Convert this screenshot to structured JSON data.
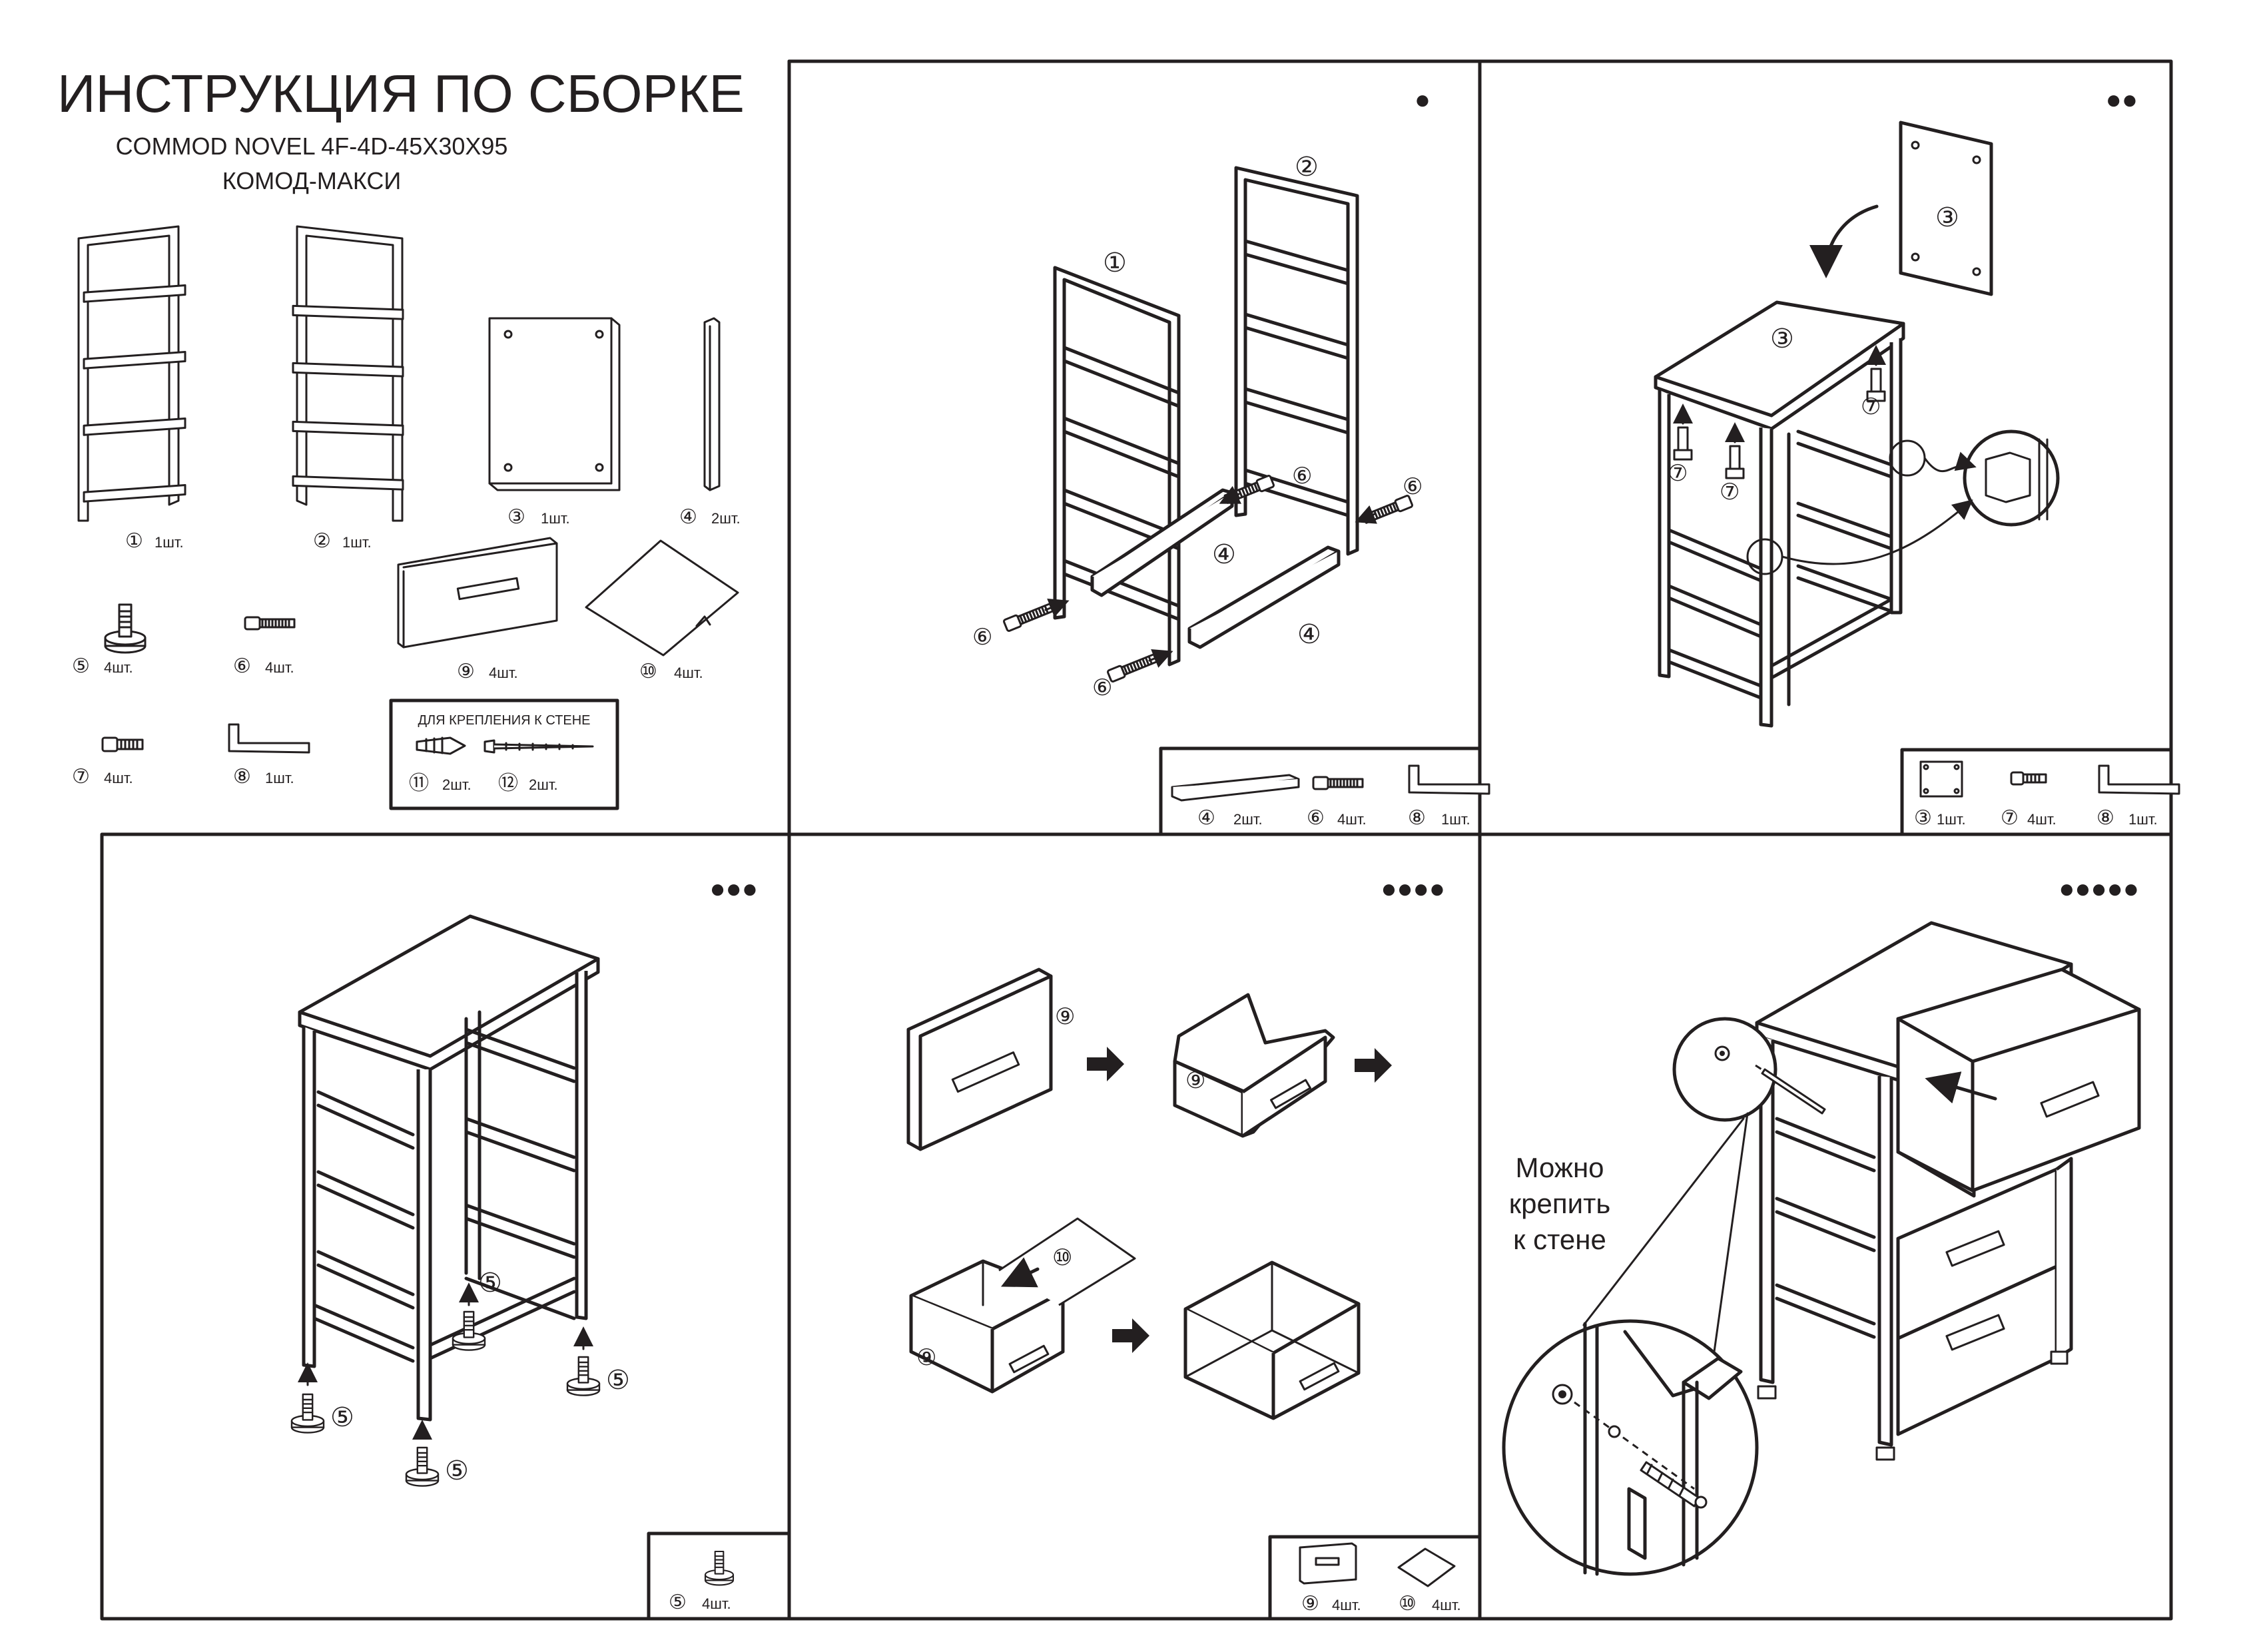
{
  "header": {
    "title": "ИНСТРУКЦИЯ ПО СБОРКЕ",
    "model": "COMMOD NOVEL 4F-4D-45X30X95",
    "product": "КОМОД-МАКСИ"
  },
  "parts": [
    {
      "num": "①",
      "qty": "1шт."
    },
    {
      "num": "②",
      "qty": "1шт."
    },
    {
      "num": "③",
      "qty": "1шт."
    },
    {
      "num": "④",
      "qty": "2шт."
    },
    {
      "num": "⑤",
      "qty": "4шт."
    },
    {
      "num": "⑥",
      "qty": "4шт."
    },
    {
      "num": "⑨",
      "qty": "4шт."
    },
    {
      "num": "⑩",
      "qty": "4шт."
    },
    {
      "num": "⑦",
      "qty": "4шт."
    },
    {
      "num": "⑧",
      "qty": "1шт."
    }
  ],
  "wall_mount": {
    "title": "ДЛЯ КРЕПЛЕНИЯ К СТЕНЕ",
    "items": [
      {
        "num": "⑪",
        "qty": "2шт."
      },
      {
        "num": "⑫",
        "qty": "2шт."
      }
    ]
  },
  "steps": [
    {
      "dots": "●",
      "parts": [
        {
          "num": "④",
          "qty": "2шт."
        },
        {
          "num": "⑥",
          "qty": "4шт."
        },
        {
          "num": "⑧",
          "qty": "1шт."
        }
      ]
    },
    {
      "dots": "●●",
      "parts": [
        {
          "num": "③",
          "qty": "1шт."
        },
        {
          "num": "⑦",
          "qty": "4шт."
        },
        {
          "num": "⑧",
          "qty": "1шт."
        }
      ]
    },
    {
      "dots": "●●●",
      "parts": [
        {
          "num": "⑤",
          "qty": "4шт."
        }
      ]
    },
    {
      "dots": "●●●●",
      "parts": [
        {
          "num": "⑨",
          "qty": "4шт."
        },
        {
          "num": "⑩",
          "qty": "4шт."
        }
      ]
    },
    {
      "dots": "●●●●●",
      "parts": []
    }
  ],
  "callouts": {
    "step1": [
      "①",
      "②",
      "④",
      "④",
      "⑥",
      "⑥",
      "⑥",
      "⑥"
    ],
    "step2": [
      "③",
      "③",
      "⑦",
      "⑦",
      "⑦"
    ],
    "step3": [
      "⑤",
      "⑤",
      "⑤",
      "⑤"
    ],
    "step4": [
      "⑨",
      "⑨",
      "⑩",
      "⑨"
    ]
  },
  "wall_note": {
    "line1": "Можно",
    "line2": "крепить",
    "line3": "к стене"
  }
}
